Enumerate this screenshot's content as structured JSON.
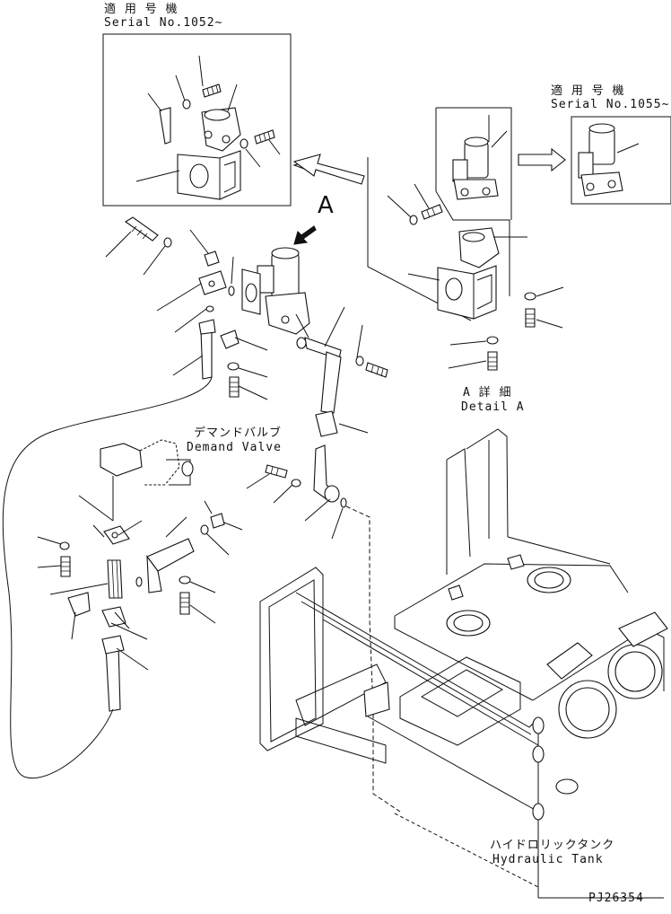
{
  "labels": {
    "serial_top_jp": "適 用 号 機",
    "serial_top": "Serial No.1052~",
    "serial_right_jp": "適 用 号 機",
    "serial_right": "Serial No.1055~",
    "view_letter": "A",
    "detail_jp": "A 詳 細",
    "detail_en": "Detail A",
    "demand_jp": "デマンドバルブ",
    "demand_en": "Demand Valve",
    "tank_jp": "ハイドロリックタンク",
    "tank_en": "Hydraulic Tank",
    "drawing_no": "PJ26354"
  }
}
